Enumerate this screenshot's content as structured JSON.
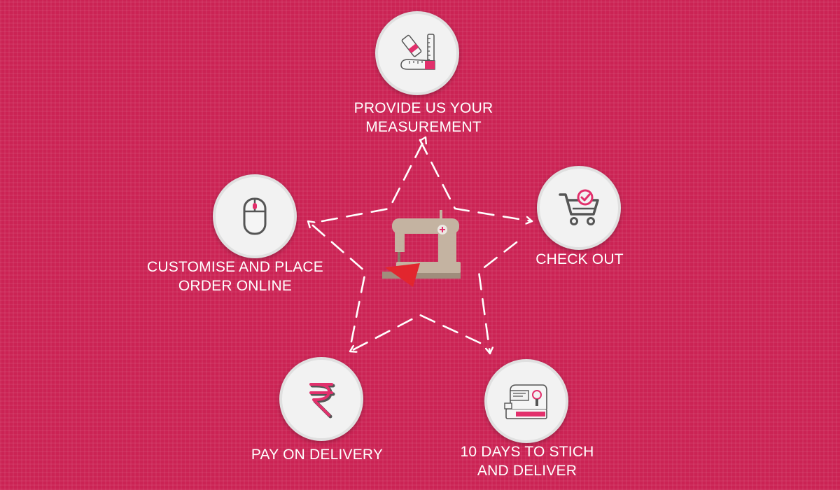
{
  "colors": {
    "background": "#cb2354",
    "circle": "#f2f2f2",
    "accent": "#e2306c",
    "icon_dark": "#555555"
  },
  "steps": [
    {
      "label": "PROVIDE US YOUR\nMEASUREMENT",
      "icon": "measuring-tape-icon"
    },
    {
      "label": "CHECK OUT",
      "icon": "shopping-cart-check-icon"
    },
    {
      "label": "10 DAYS TO STICH\nAND DELIVER",
      "icon": "embroidery-machine-icon"
    },
    {
      "label": "PAY ON DELIVERY",
      "icon": "rupee-icon"
    },
    {
      "label": "CUSTOMISE AND PLACE\nORDER ONLINE",
      "icon": "computer-mouse-icon"
    }
  ],
  "center": {
    "icon": "sewing-machine-icon"
  }
}
